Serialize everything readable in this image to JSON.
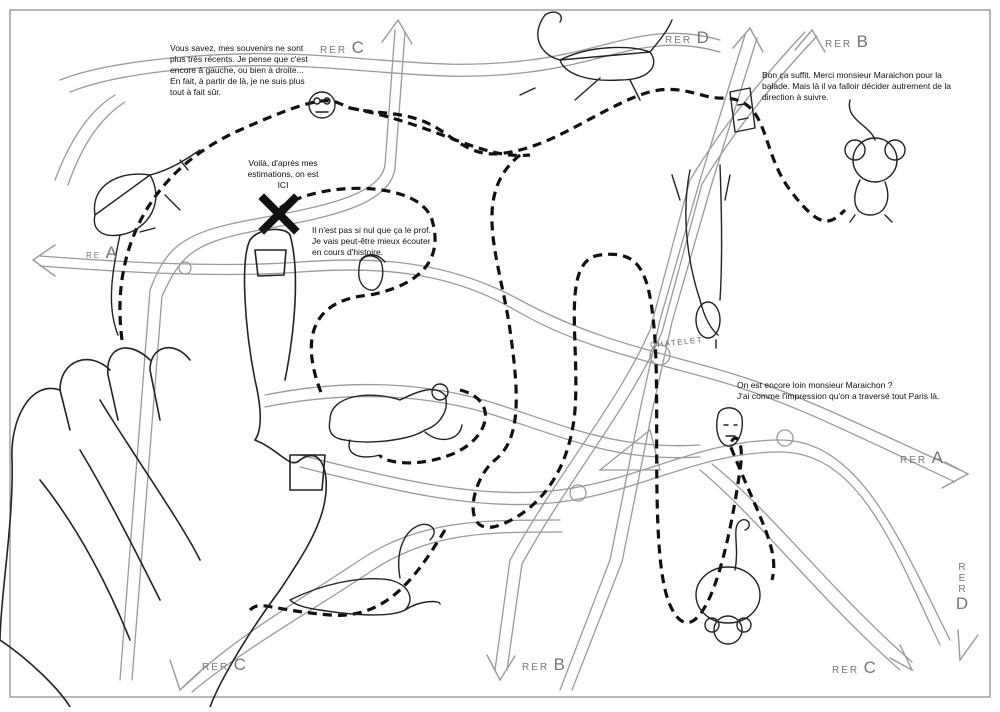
{
  "bubbles": {
    "souvenirs": [
      "Vous savez, mes souvenirs ne sont",
      "plus très récents. Je pense que c'est",
      "encore à gauche, ou bien à droite...",
      "En fait, à partir de là, je ne suis plus",
      "tout à fait sûr."
    ],
    "voila": [
      "Voilà, d'après mes",
      "estimations, on est",
      "ICI"
    ],
    "prof": [
      "Il n'est pas si nul que ça le prof.",
      "Je vais peut-être mieux écouter",
      "en cours d'histoire."
    ],
    "suffit": [
      "Bon ça suffit. Merci monsieur Maraichon pour la",
      "balade. Mais là il va falloir décider autrement de la",
      "direction à suivre."
    ],
    "loin": [
      "On est encore loin monsieur Maraichon ?",
      "J'ai comme l'impression qu'on a traversé tout Paris là."
    ]
  },
  "labels": {
    "rer_prefix": "RER",
    "rer_prefix_left": "RE",
    "top_c": "C",
    "top_d": "D",
    "top_b": "B",
    "left_a": "A",
    "right_a": "A",
    "bottom_c_left": "C",
    "bottom_b": "B",
    "bottom_c_right": "C",
    "right_d_letters": [
      "R",
      "E",
      "R"
    ],
    "right_d": "D"
  },
  "station": "CHATELET",
  "colors": {
    "background": "#ffffff",
    "map_line": "#9a9a9a",
    "route": "#111111",
    "ink": "#222222"
  },
  "icons": [
    "location-x-marker-icon",
    "rat-drawing",
    "mouse-drawing",
    "hand-drawing",
    "face-drawing"
  ]
}
